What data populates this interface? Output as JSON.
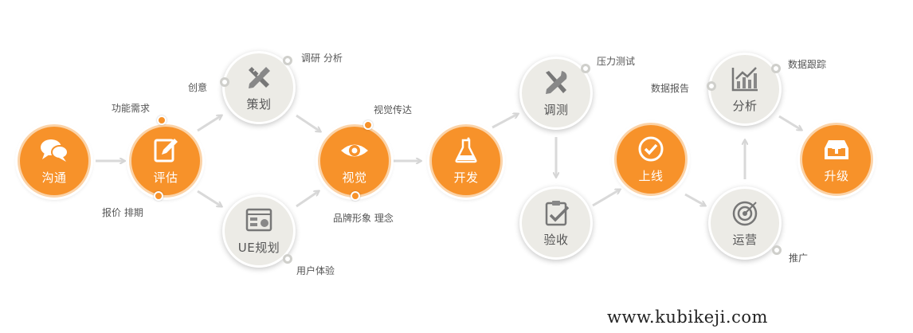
{
  "colors": {
    "accent": "#f7922a",
    "neutral": "#ecebe6",
    "connector": "#d9d9d9"
  },
  "nodes": {
    "goutong": {
      "label": "沟通",
      "icon": "chat-bubbles-icon"
    },
    "pinggu": {
      "label": "评估",
      "icon": "edit-icon"
    },
    "cehua": {
      "label": "策划",
      "icon": "ruler-pencil-icon"
    },
    "ue": {
      "label": "UE规划",
      "icon": "wireframe-icon"
    },
    "shijue": {
      "label": "视觉",
      "icon": "eye-icon"
    },
    "kaifa": {
      "label": "开发",
      "icon": "flask-icon"
    },
    "tiaoce": {
      "label": "调测",
      "icon": "tools-icon"
    },
    "yanshou": {
      "label": "验收",
      "icon": "clipboard-check-icon"
    },
    "shangxian": {
      "label": "上线",
      "icon": "check-circle-icon"
    },
    "yunying": {
      "label": "运营",
      "icon": "target-icon"
    },
    "fenxi": {
      "label": "分析",
      "icon": "chart-icon"
    },
    "shengji": {
      "label": "升级",
      "icon": "upload-tray-icon"
    }
  },
  "annotations": {
    "gongneng": "功能需求",
    "baojia": "报价 排期",
    "chuangyi": "创意",
    "diaoyan": "调研 分析",
    "yonghu": "用户体验",
    "shijuechuanda": "视觉传达",
    "pinpai": "品牌形象 理念",
    "yali": "压力测试",
    "shujubaogao": "数据报告",
    "shujugenzong": "数据跟踪",
    "tuiguang": "推广"
  },
  "footer": {
    "website": "www.kubikeji.com"
  }
}
